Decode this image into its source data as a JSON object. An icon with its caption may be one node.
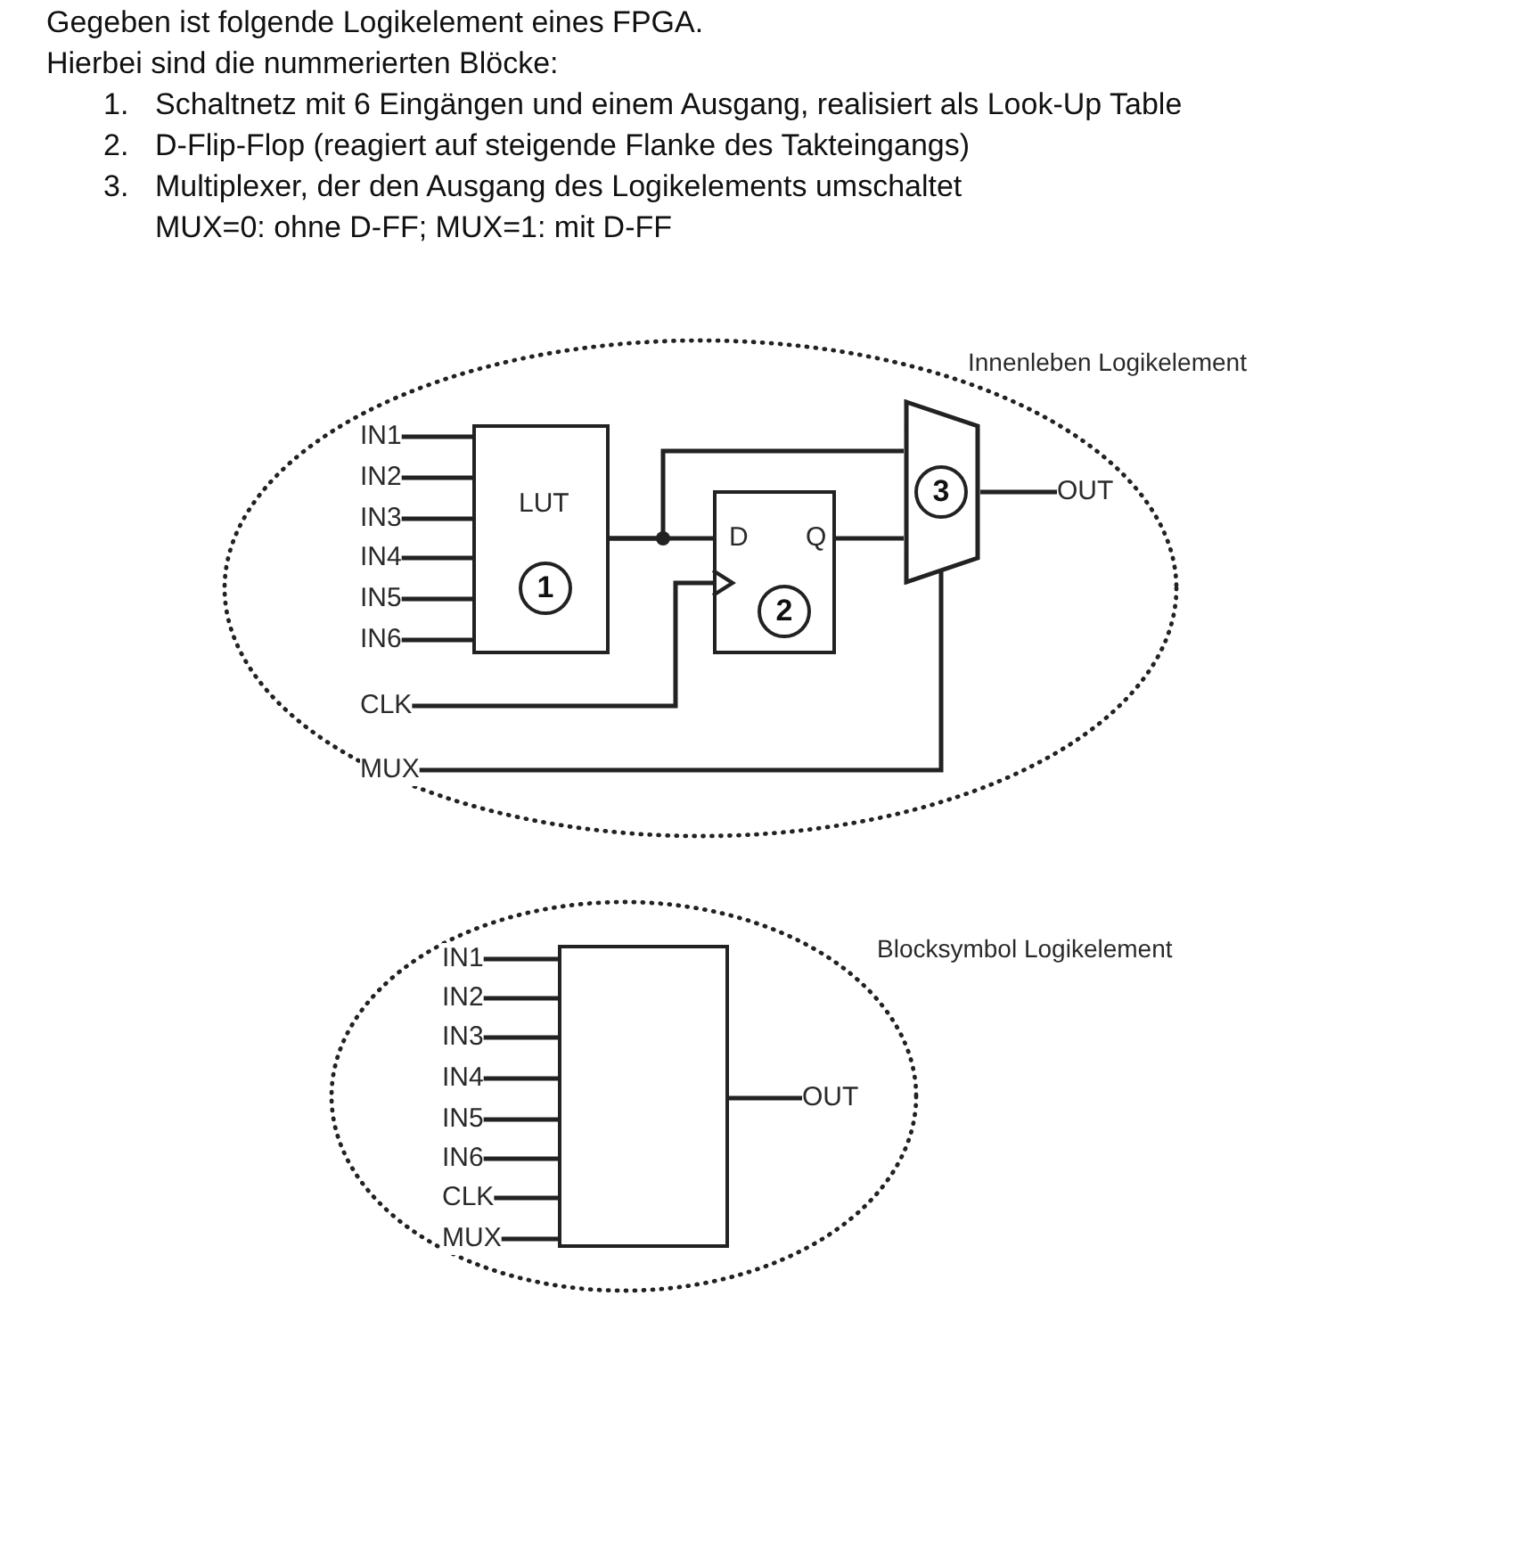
{
  "diagram": {
    "nodes": [
      {
        "text": [
          "Innenleben Logikelement"
        ]
      },
      {
        "text": [
          "IN1"
        ],
        "in": 0
      },
      {
        "text": [
          "IN2"
        ],
        "in": 0
      },
      {
        "text": [
          "IN3"
        ],
        "in": 0
      },
      {
        "text": [
          "IN4"
        ],
        "in": 0
      },
      {
        "text": [
          "IN5"
        ],
        "in": 0
      },
      {
        "text": [
          "IN6"
        ],
        "in": 0
      },
      {
        "text": [
          "CLK"
        ],
        "in": 0
      },
      {
        "text": [
          "MUX"
        ],
        "in": 0
      },
      {
        "text": [
          "LUT",
          "1"
        ],
        "in": 0
      },
      {
        "text": [
          "D",
          "Q",
          "2"
        ],
        "in": 0
      },
      {
        "text": [
          "3"
        ],
        "in": 0
      },
      {
        "text": [
          "OUT"
        ],
        "in": 0
      },
      {
        "text": [
          "Blocksymbol Logikelement"
        ]
      },
      {
        "text": [
          "IN1"
        ],
        "in": 13
      },
      {
        "text": [
          "IN2"
        ],
        "in": 13
      },
      {
        "text": [
          "IN3"
        ],
        "in": 13
      },
      {
        "text": [
          "IN4"
        ],
        "in": 13
      },
      {
        "text": [
          "IN5"
        ],
        "in": 13
      },
      {
        "text": [
          "IN6"
        ],
        "in": 13
      },
      {
        "text": [
          "CLK"
        ],
        "in": 13
      },
      {
        "text": [
          "MUX"
        ],
        "in": 13
      },
      {
        "text": [],
        "shape": "box",
        "in": 13
      },
      {
        "text": [
          "OUT"
        ],
        "in": 13
      }
    ],
    "edges": [
      {
        "from": 1,
        "to": 9,
        "arrow": "none"
      },
      {
        "from": 2,
        "to": 9,
        "arrow": "none"
      },
      {
        "from": 3,
        "to": 9,
        "arrow": "none"
      },
      {
        "from": 4,
        "to": 9,
        "arrow": "none"
      },
      {
        "from": 5,
        "to": 9,
        "arrow": "none"
      },
      {
        "from": 6,
        "to": 9,
        "arrow": "none"
      },
      {
        "from": 9,
        "to": 10,
        "arrow": "none"
      },
      {
        "from": 9,
        "to": 11,
        "arrow": "none"
      },
      {
        "from": 7,
        "to": 10,
        "arrow": "to"
      },
      {
        "from": 10,
        "to": 11,
        "arrow": "none"
      },
      {
        "from": 8,
        "to": 11,
        "arrow": "none"
      },
      {
        "from": 11,
        "to": 12,
        "arrow": "none"
      },
      {
        "from": 14,
        "to": 22,
        "arrow": "none"
      },
      {
        "from": 15,
        "to": 22,
        "arrow": "none"
      },
      {
        "from": 16,
        "to": 22,
        "arrow": "none"
      },
      {
        "from": 17,
        "to": 22,
        "arrow": "none"
      },
      {
        "from": 18,
        "to": 22,
        "arrow": "none"
      },
      {
        "from": 19,
        "to": 22,
        "arrow": "none"
      },
      {
        "from": 20,
        "to": 22,
        "arrow": "none"
      },
      {
        "from": 21,
        "to": 22,
        "arrow": "none"
      },
      {
        "from": 22,
        "to": 23,
        "arrow": "none"
      }
    ],
    "labels": [
      "Gegeben ist folgende Logikelement eines FPGA.",
      "Hierbei sind die nummerierten Blöcke:",
      "1.",
      "Schaltnetz mit 6 Eingängen und einem Ausgang, realisiert als Look-Up Table",
      "2.",
      "D-Flip-Flop (reagiert auf steigende Flanke des Takteingangs)",
      "3.",
      "Multiplexer, der den Ausgang des Logikelements umschaltet",
      "MUX=0: ohne D-FF; MUX=1: mit D-FF"
    ]
  }
}
